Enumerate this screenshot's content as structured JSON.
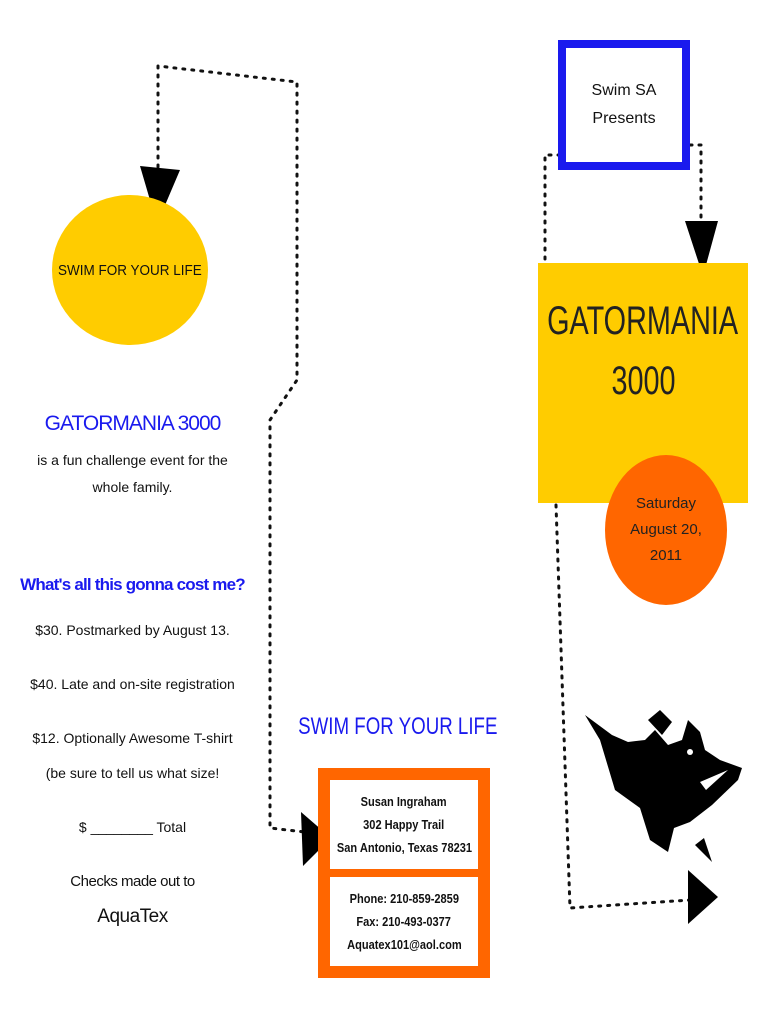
{
  "left_panel": {
    "circle_text": "SWIM FOR YOUR LIFE",
    "title": "GATORMANIA 3000",
    "description": [
      "is a fun challenge event for the",
      "whole family."
    ],
    "cost_heading": "What's all this gonna cost me?",
    "prices": [
      "$30. Postmarked by August 13.",
      "$40. Late and on-site registration",
      "$12. Optionally Awesome T-shirt",
      "(be sure to tell us what size!"
    ],
    "total_line": "$ ________  Total",
    "checks_label": "Checks made out to",
    "payee": "AquaTex"
  },
  "right_panel": {
    "presenter": [
      "Swim SA",
      "Presents"
    ],
    "event_title": [
      "GATORMANIA",
      "3000"
    ],
    "date": [
      "Saturday",
      "August 20,",
      "2011"
    ]
  },
  "contact": {
    "heading": "SWIM FOR YOUR LIFE",
    "name": "Susan Ingraham",
    "street": "302 Happy Trail",
    "city": "San Antonio, Texas 78231",
    "phone": "Phone: 210-859-2859",
    "fax": "Fax: 210-493-0377",
    "email": "Aquatex101@aol.com"
  },
  "colors": {
    "yellow": "#ffcc00",
    "orange": "#ff6600",
    "blue": "#1a1aee"
  }
}
